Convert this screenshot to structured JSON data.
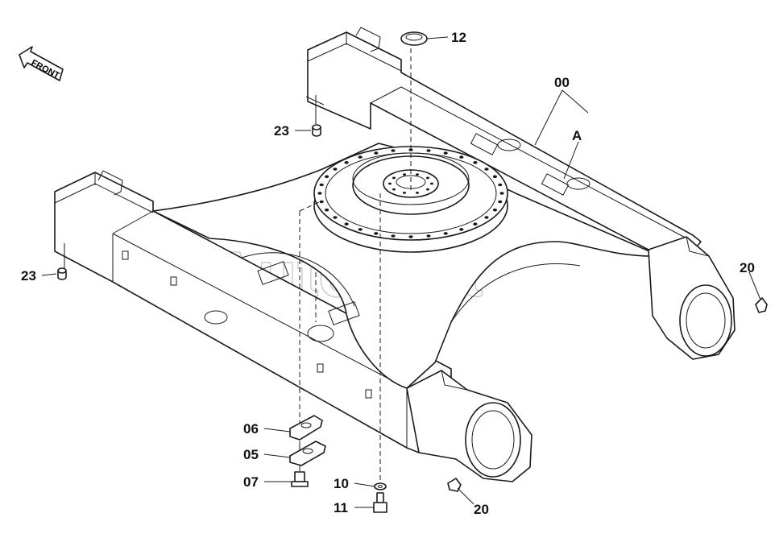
{
  "diagram": {
    "front_label": "FRONT",
    "watermark": "AutoSoft",
    "callouts": {
      "p00": "00",
      "pA": "A",
      "p12": "12",
      "p23a": "23",
      "p23b": "23",
      "p20a": "20",
      "p20b": "20",
      "p06": "06",
      "p05": "05",
      "p07": "07",
      "p10": "10",
      "p11": "11"
    }
  }
}
